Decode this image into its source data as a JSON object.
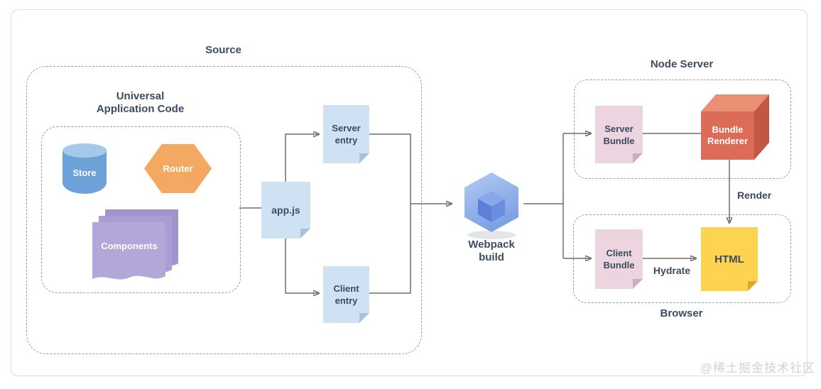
{
  "containers": {
    "source": {
      "label": "Source"
    },
    "universal_app_code": {
      "label": "Universal\nApplication Code"
    },
    "node_server": {
      "label": "Node Server"
    },
    "browser": {
      "label": "Browser"
    }
  },
  "nodes": {
    "store": {
      "label": "Store",
      "shape": "cylinder"
    },
    "router": {
      "label": "Router",
      "shape": "hexagon"
    },
    "components": {
      "label": "Components",
      "shape": "stacked-documents"
    },
    "app_js": {
      "label": "app.js",
      "shape": "note"
    },
    "server_entry": {
      "label": "Server\nentry",
      "shape": "note"
    },
    "client_entry": {
      "label": "Client\nentry",
      "shape": "note"
    },
    "webpack_build": {
      "label": "Webpack\nbuild",
      "shape": "webpack-logo-cube"
    },
    "server_bundle": {
      "label": "Server\nBundle",
      "shape": "note"
    },
    "bundle_renderer": {
      "label": "Bundle\nRenderer",
      "shape": "3d-cube"
    },
    "client_bundle": {
      "label": "Client\nBundle",
      "shape": "note"
    },
    "html": {
      "label": "HTML",
      "shape": "note"
    }
  },
  "edge_labels": {
    "render": "Render",
    "hydrate": "Hydrate"
  },
  "watermark": "@稀土掘金技术社区",
  "colors": {
    "text": "#3c4b61",
    "line": "#6f6f6f",
    "border_dashed": "#9b9b9b",
    "note_blue": "#cfe2f3",
    "note_pink": "#ecd5df",
    "note_yellow": "#fdd34f",
    "store_blue": "#6da2d9",
    "router_orange": "#f3a961",
    "components_purple": "#b3a6d8",
    "renderer_red": "#dc6b58",
    "webpack_blue": "#86a8e8"
  }
}
